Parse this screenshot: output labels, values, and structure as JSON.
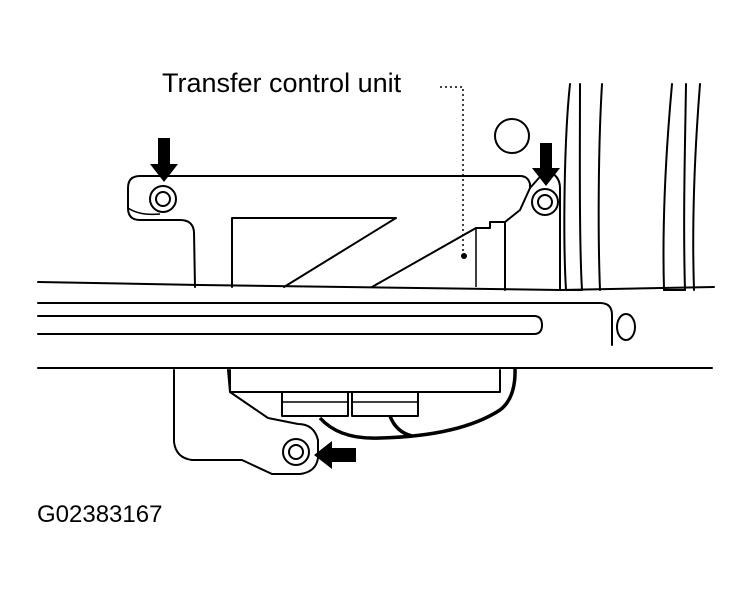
{
  "labels": {
    "component": "Transfer control unit",
    "figure_id": "G02383167"
  },
  "colors": {
    "line": "#000000",
    "background": "#ffffff"
  },
  "callouts": {
    "arrow_count": 3,
    "bolt_count": 3
  }
}
